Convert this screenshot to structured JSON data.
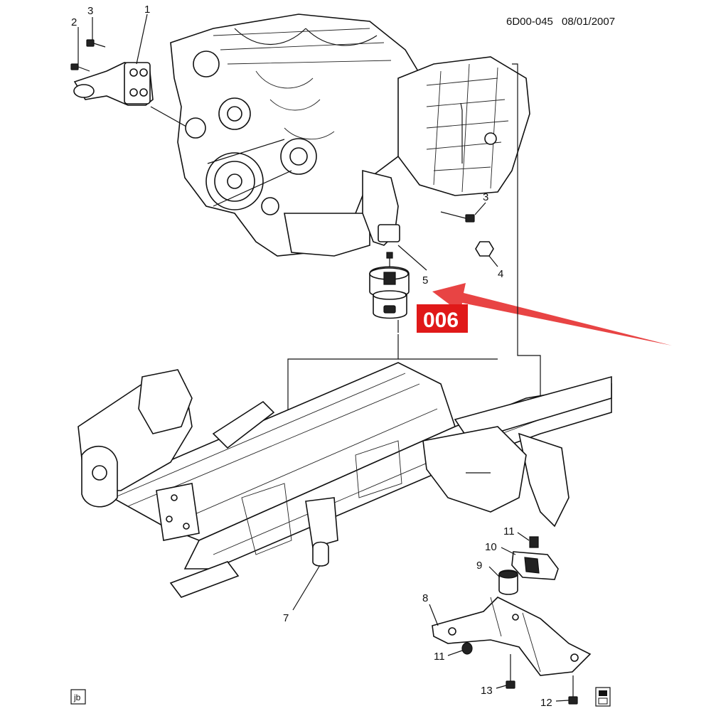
{
  "header": {
    "doc_id": "6D00-045",
    "date": "08/01/2007"
  },
  "badge": {
    "text": "006",
    "color": "#e01919"
  },
  "footer": {
    "jb_label": "jb"
  },
  "callouts": {
    "c1": "1",
    "c2": "2",
    "c3_top": "3",
    "c3_right": "3",
    "c4": "4",
    "c5": "5",
    "c7": "7",
    "c8": "8",
    "c9": "9",
    "c10": "10",
    "c11_top": "11",
    "c11_bottom": "11",
    "c12": "12",
    "c13": "13"
  },
  "colors": {
    "line": "#111111",
    "arrow": "#e53030",
    "background": "#ffffff"
  }
}
